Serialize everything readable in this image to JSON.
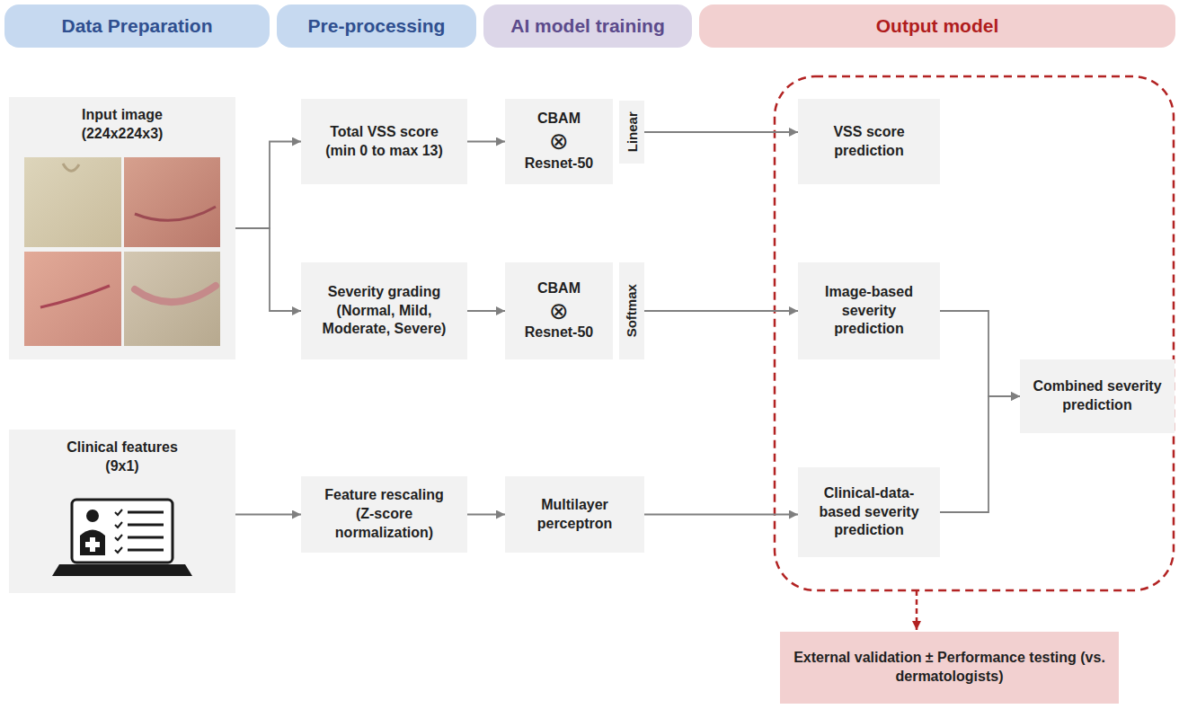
{
  "diagram": {
    "nodes": [
      {
        "text": [
          "Data Preparation"
        ]
      },
      {
        "text": [
          "Pre-processing"
        ]
      },
      {
        "text": [
          "AI model training"
        ]
      },
      {
        "text": [
          "Output model"
        ]
      },
      {
        "text": [
          "Input image",
          "(224x224x3)"
        ]
      },
      {
        "text": [
          "Total VSS score",
          "(min 0 to max 13)"
        ]
      },
      {
        "text": [
          "Severity grading",
          "(Normal, Mild, Moderate, Severe)"
        ]
      },
      {
        "text": [
          "CBAM",
          "⊗",
          "Resnet-50"
        ]
      },
      {
        "text": [
          "Linear"
        ]
      },
      {
        "text": [
          "CBAM",
          "⊗",
          "Resnet-50"
        ]
      },
      {
        "text": [
          "Softmax"
        ]
      },
      {
        "text": [
          "VSS score prediction"
        ]
      },
      {
        "text": [
          "Image-based severity prediction"
        ]
      },
      {
        "text": [
          "Clinical features",
          "(9x1)"
        ]
      },
      {
        "text": [
          "Feature rescaling",
          "(Z-score normalization)"
        ]
      },
      {
        "text": [
          "Multilayer perceptron"
        ]
      },
      {
        "text": [
          "Clinical-data-based severity prediction"
        ]
      },
      {
        "text": [
          "Combined severity prediction"
        ]
      },
      {
        "text": [
          "External validation ± Performance testing (vs. dermatologists)"
        ]
      }
    ],
    "edges": [
      {
        "from": 4,
        "to": 5,
        "arrow": "to"
      },
      {
        "from": 4,
        "to": 6,
        "arrow": "to"
      },
      {
        "from": 5,
        "to": 7,
        "arrow": "to"
      },
      {
        "from": 8,
        "to": 11,
        "arrow": "to"
      },
      {
        "from": 6,
        "to": 9,
        "arrow": "to"
      },
      {
        "from": 10,
        "to": 12,
        "arrow": "to"
      },
      {
        "from": 13,
        "to": 14,
        "arrow": "to"
      },
      {
        "from": 14,
        "to": 15,
        "arrow": "to"
      },
      {
        "from": 15,
        "to": 16,
        "arrow": "to"
      },
      {
        "from": 12,
        "to": 17,
        "arrow": "to"
      },
      {
        "from": 16,
        "to": 17,
        "arrow": "to"
      }
    ]
  }
}
